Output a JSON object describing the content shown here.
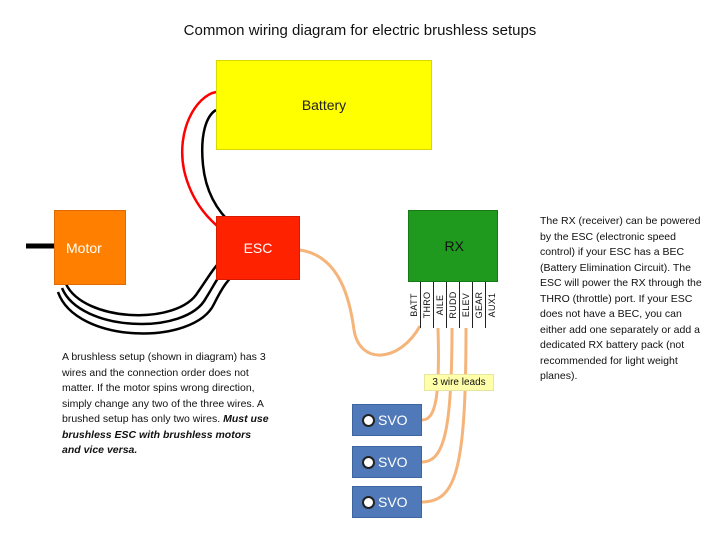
{
  "title": "Common wiring diagram for electric brushless setups",
  "components": {
    "battery": "Battery",
    "motor": "Motor",
    "esc": "ESC",
    "rx": "RX"
  },
  "rx_channels": [
    "BATT",
    "THRO",
    "AILE",
    "RUDD",
    "ELEV",
    "GEAR",
    "AUX1"
  ],
  "servos": [
    "SVO",
    "SVO",
    "SVO"
  ],
  "lead_label": "3 wire leads",
  "note_left": {
    "text": "A brushless setup (shown in diagram) has 3 wires and the connection order does not matter.  If the motor spins wrong direction, simply change any two of the three wires.  A brushed setup has only two wires.",
    "emphasis": "Must use brushless ESC with brushless motors and vice versa."
  },
  "note_right": "The RX (receiver) can be powered by the ESC (electronic speed control) if your ESC has a BEC (Battery Elimination Circuit). The ESC will power the RX through the THRO (throttle) port.  If your ESC does not have a BEC, you can either add one separately or add a dedicated RX battery pack (not recommended for light weight planes).",
  "colors": {
    "battery": "#ffff00",
    "motor": "#ff8000",
    "esc": "#ff2200",
    "rx": "#1f9a1f",
    "servo": "#4f79b8",
    "signal_wire": "#f5b47a",
    "power_positive": "#ff0000",
    "power_negative": "#000000"
  }
}
